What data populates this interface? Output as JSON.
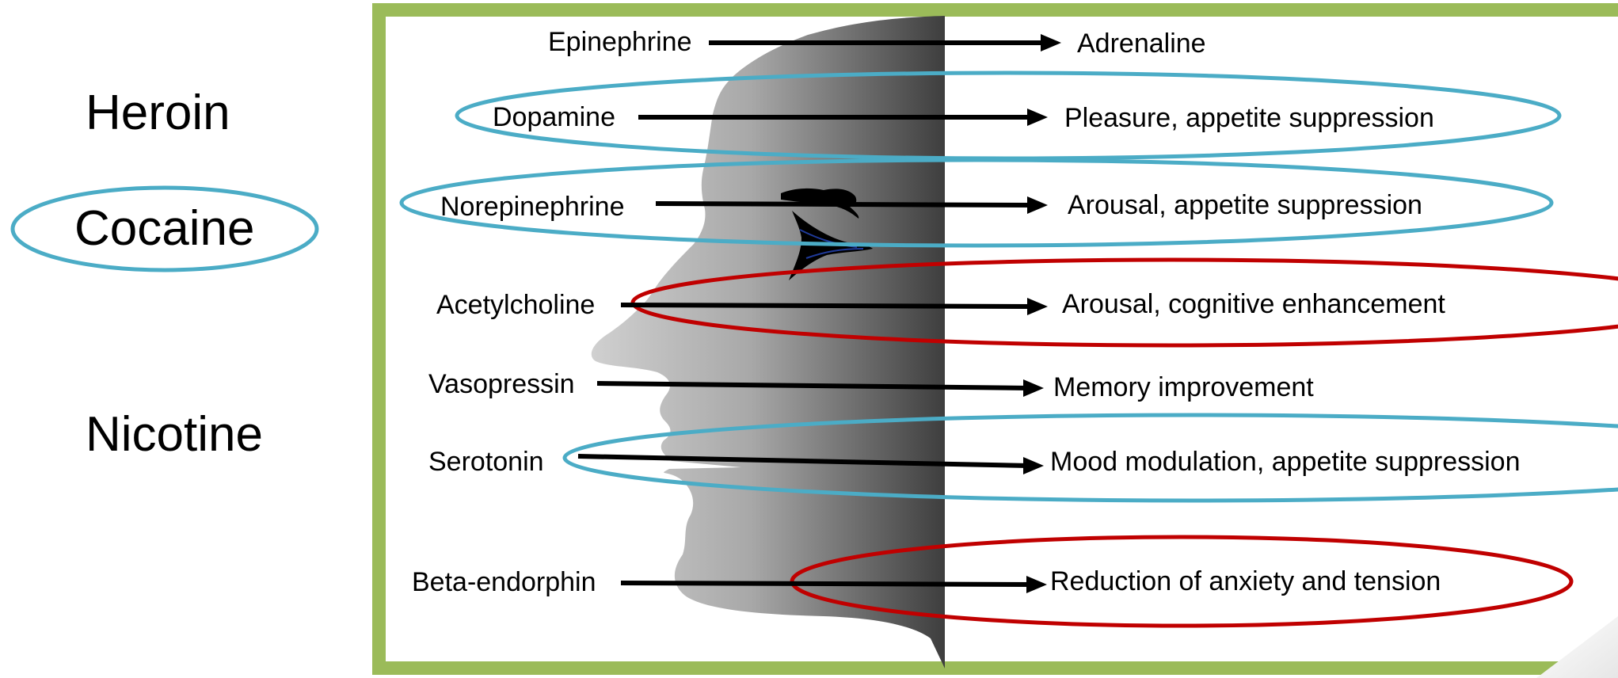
{
  "drugs": {
    "heroin": "Heroin",
    "cocaine": "Cocaine",
    "nicotine": "Nicotine"
  },
  "colors": {
    "frame": "#9bbb59",
    "cocaine_ring": "#4bacc6",
    "nicotine_ring": "#c00000",
    "arrow": "#000000"
  },
  "pathways": [
    {
      "transmitter": "Epinephrine",
      "effect": "Adrenaline",
      "ring": "none"
    },
    {
      "transmitter": "Dopamine",
      "effect": "Pleasure, appetite suppression",
      "ring": "cocaine"
    },
    {
      "transmitter": "Norepinephrine",
      "effect": "Arousal, appetite suppression",
      "ring": "cocaine"
    },
    {
      "transmitter": "Acetylcholine",
      "effect": "Arousal, cognitive enhancement",
      "ring": "nicotine"
    },
    {
      "transmitter": "Vasopressin",
      "effect": "Memory improvement",
      "ring": "none"
    },
    {
      "transmitter": "Serotonin",
      "effect": "Mood modulation, appetite suppression",
      "ring": "cocaine"
    },
    {
      "transmitter": "Beta-endorphin",
      "effect": "Reduction of anxiety and tension",
      "ring": "nicotine"
    }
  ]
}
